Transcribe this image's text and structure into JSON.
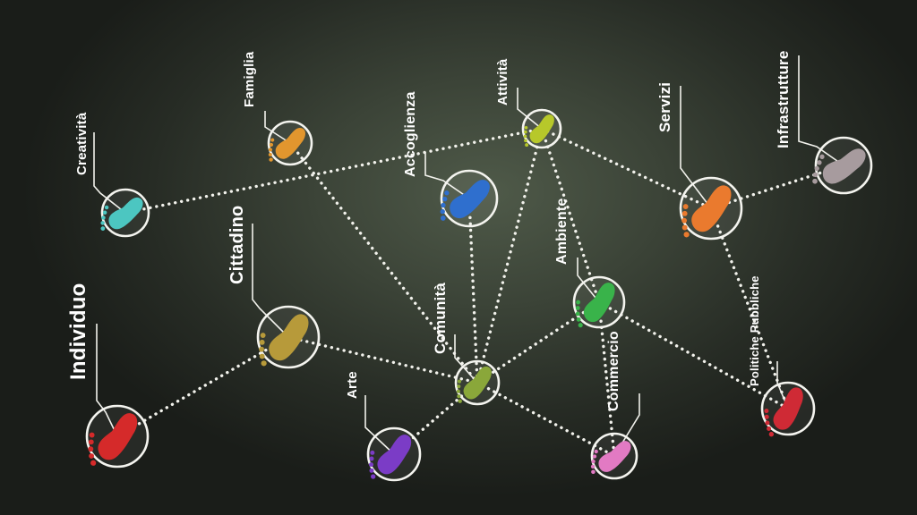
{
  "diagram": {
    "nodes": [
      {
        "id": "individuo",
        "label": "Individuo",
        "color": "#d52a2a"
      },
      {
        "id": "creativita",
        "label": "Creatività",
        "color": "#4cc6c1"
      },
      {
        "id": "famiglia",
        "label": "Famiglia",
        "color": "#e2962e"
      },
      {
        "id": "cittadino",
        "label": "Cittadino",
        "color": "#b79a3a"
      },
      {
        "id": "accoglienza",
        "label": "Accoglienza",
        "color": "#2f6fce"
      },
      {
        "id": "attivita",
        "label": "Attività",
        "color": "#b7c82a"
      },
      {
        "id": "arte",
        "label": "Arte",
        "color": "#7b3cc6"
      },
      {
        "id": "comunita",
        "label": "Comunità",
        "color": "#8aa73a"
      },
      {
        "id": "ambiente",
        "label": "Ambiente",
        "color": "#39b34a"
      },
      {
        "id": "servizi",
        "label": "Servizi",
        "color": "#ea7a2e"
      },
      {
        "id": "infrastrutture",
        "label": "Infrastrutture",
        "color": "#a79b9e"
      },
      {
        "id": "commercio",
        "label": "Commercio",
        "color": "#e27ac3"
      },
      {
        "id": "politiche",
        "label": "Politiche Pubbliche",
        "color": "#cf2a35"
      }
    ],
    "edges": [
      [
        "individuo",
        "cittadino"
      ],
      [
        "creativita",
        "attivita"
      ],
      [
        "famiglia",
        "comunita"
      ],
      [
        "cittadino",
        "comunita"
      ],
      [
        "accoglienza",
        "comunita"
      ],
      [
        "attivita",
        "comunita"
      ],
      [
        "attivita",
        "ambiente"
      ],
      [
        "attivita",
        "servizi"
      ],
      [
        "servizi",
        "infrastrutture"
      ],
      [
        "servizi",
        "politiche"
      ],
      [
        "arte",
        "comunita"
      ],
      [
        "comunita",
        "ambiente"
      ],
      [
        "comunita",
        "commercio"
      ],
      [
        "ambiente",
        "commercio"
      ],
      [
        "ambiente",
        "politiche"
      ]
    ]
  }
}
